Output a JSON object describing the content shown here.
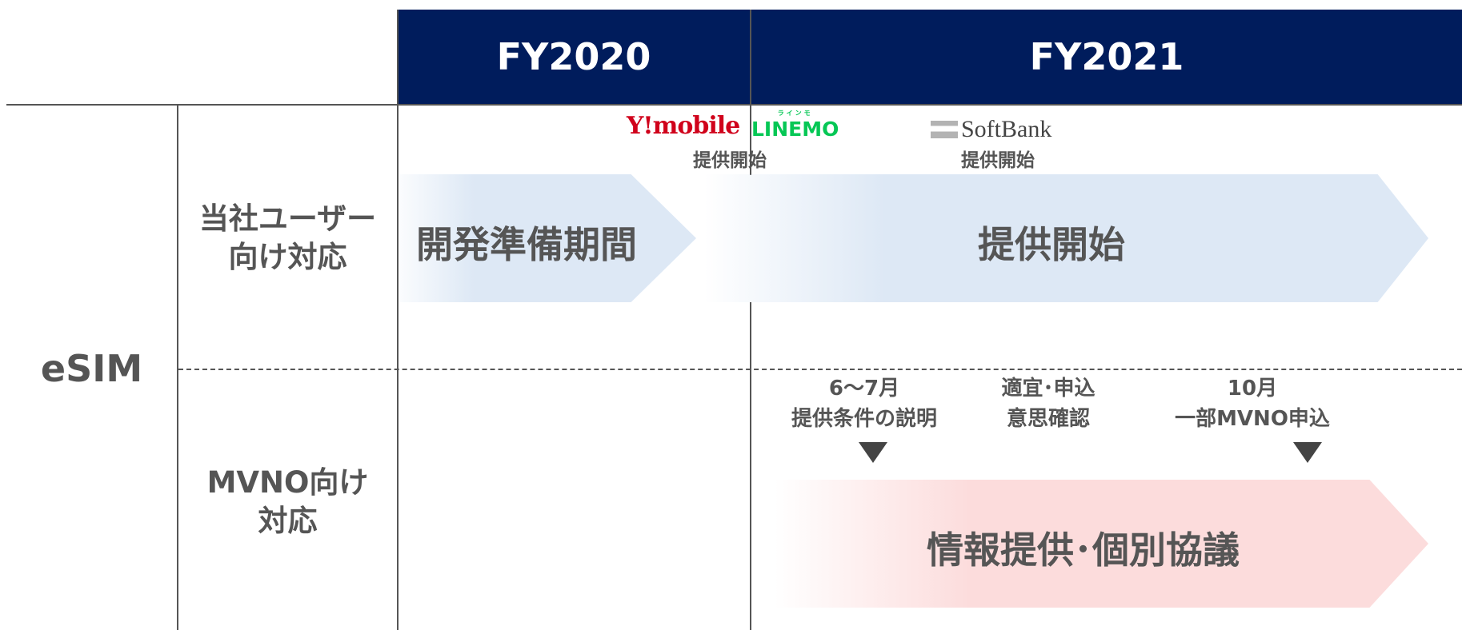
{
  "header": {
    "fy2020": "FY2020",
    "fy2021": "FY2021"
  },
  "category": "eSIM",
  "rows": {
    "user": {
      "label_line1": "当社ユーザー",
      "label_line2": "向け対応"
    },
    "mvno": {
      "label_line1": "MVNO向け",
      "label_line2": "対応"
    }
  },
  "milestones": {
    "ymobile_logo": "Y!mobile",
    "linemo_logo": "LINEMO",
    "linemo_ruby": "ラインモ",
    "ymobile_caption": "提供開始",
    "softbank_logo": "SoftBank",
    "softbank_caption": "提供開始"
  },
  "arrows": {
    "dev_period": "開発準備期間",
    "service_start": "提供開始",
    "info_provision": "情報提供･個別協議"
  },
  "mvno_notes": {
    "note1_line1": "6～7月",
    "note1_line2": "提供条件の説明",
    "note2_line1": "適宜･申込",
    "note2_line2": "意思確認",
    "note3_line1": "10月",
    "note3_line2": "一部MVNO申込"
  },
  "colors": {
    "header_bg": "#001c5c",
    "arrow_blue": "#dde8f5",
    "arrow_pink": "#fcdcdc",
    "ymobile_red": "#d0021b",
    "linemo_green": "#06c755"
  }
}
